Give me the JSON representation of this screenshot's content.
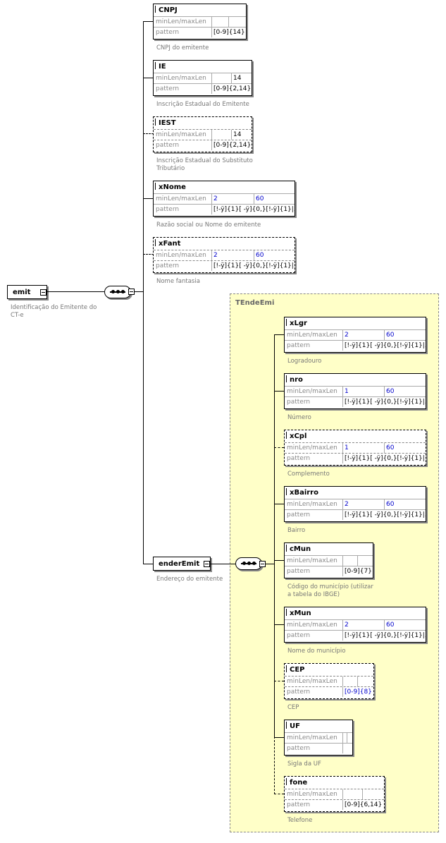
{
  "root": {
    "name": "emit",
    "desc": [
      "Identificação do Emitente do",
      "CT-e"
    ]
  },
  "facet_keys": {
    "len": "minLen/maxLen",
    "pattern": "pattern"
  },
  "elements": [
    {
      "name": "CNPJ",
      "optional": false,
      "min": "",
      "max": "",
      "pattern": "[0-9]{14}",
      "desc": [
        "CNPJ do emitente"
      ]
    },
    {
      "name": "IE",
      "optional": false,
      "min": "",
      "max": "14",
      "pattern": "[0-9]{2,14}",
      "desc": [
        "Inscrição Estadual do Emitente"
      ]
    },
    {
      "name": "IEST",
      "optional": true,
      "min": "",
      "max": "14",
      "pattern": "[0-9]{2,14}",
      "desc": [
        "Inscrição Estadual do Substituto",
        "Tributário"
      ]
    },
    {
      "name": "xNome",
      "optional": false,
      "min": "2",
      "max": "60",
      "pattern": "[!-ÿ]{1}[ -ÿ]{0,}[!-ÿ]{1}|...",
      "desc": [
        "Razão social ou Nome do emitente"
      ]
    },
    {
      "name": "xFant",
      "optional": true,
      "min": "2",
      "max": "60",
      "pattern": "[!-ÿ]{1}[ -ÿ]{0,}[!-ÿ]{1}|...",
      "desc": [
        "Nome fantasia"
      ]
    }
  ],
  "ender": {
    "name": "enderEmit",
    "desc": [
      "Endereço do emitente"
    ]
  },
  "group": {
    "title": "TEndeEmi"
  },
  "address": [
    {
      "name": "xLgr",
      "optional": false,
      "min": "2",
      "max": "60",
      "pattern": "[!-ÿ]{1}[ -ÿ]{0,}[!-ÿ]{1}|...",
      "desc": [
        "Logradouro"
      ]
    },
    {
      "name": "nro",
      "optional": false,
      "min": "1",
      "max": "60",
      "pattern": "[!-ÿ]{1}[ -ÿ]{0,}[!-ÿ]{1}|...",
      "desc": [
        "Número"
      ]
    },
    {
      "name": "xCpl",
      "optional": true,
      "min": "1",
      "max": "60",
      "pattern": "[!-ÿ]{1}[ -ÿ]{0,}[!-ÿ]{1}|...",
      "desc": [
        "Complemento"
      ]
    },
    {
      "name": "xBairro",
      "optional": false,
      "min": "2",
      "max": "60",
      "pattern": "[!-ÿ]{1}[ -ÿ]{0,}[!-ÿ]{1}|...",
      "desc": [
        "Bairro"
      ]
    },
    {
      "name": "cMun",
      "optional": false,
      "min": "",
      "max": "",
      "pattern": "[0-9]{7}",
      "desc": [
        "Código do município (utilizar",
        "a tabela do IBGE)"
      ]
    },
    {
      "name": "xMun",
      "optional": false,
      "min": "2",
      "max": "60",
      "pattern": "[!-ÿ]{1}[ -ÿ]{0,}[!-ÿ]{1}|...",
      "desc": [
        "Nome do município"
      ]
    },
    {
      "name": "CEP",
      "optional": true,
      "min": "",
      "max": "",
      "pattern": "[0-9]{8}",
      "pattern_blue": true,
      "desc": [
        "CEP"
      ]
    },
    {
      "name": "UF",
      "optional": false,
      "min": "",
      "max": "",
      "pattern": "",
      "desc": [
        "Sigla da UF"
      ]
    },
    {
      "name": "fone",
      "optional": true,
      "min": "",
      "max": "",
      "pattern": "[0-9]{6,14}",
      "desc": [
        "Telefone"
      ]
    }
  ]
}
